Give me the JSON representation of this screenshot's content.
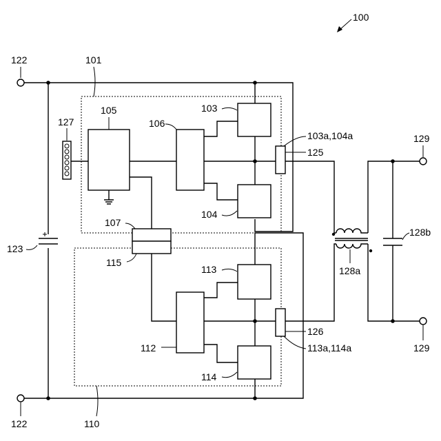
{
  "figure": {
    "ref_main": "100",
    "labels": {
      "t122_top": "122",
      "t122_bottom": "122",
      "l101": "101",
      "l105": "105",
      "l127": "127",
      "l106": "106",
      "l103": "103",
      "l104": "104",
      "l103a104a": "103a,104a",
      "l125": "125",
      "t129_top": "129",
      "t129_bottom": "129",
      "l123": "123",
      "l107": "107",
      "l115": "115",
      "l128a": "128a",
      "l128b": "128b",
      "l113": "113",
      "l112": "112",
      "l114": "114",
      "l126": "126",
      "l113a114a": "113a,114a",
      "l110": "110"
    }
  }
}
